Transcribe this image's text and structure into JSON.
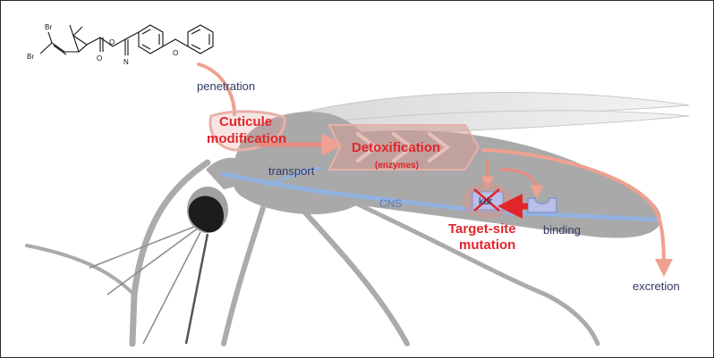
{
  "labels": {
    "penetration": "penetration",
    "cuticle_line1": "Cuticule",
    "cuticle_line2": "modification",
    "detox": "Detoxification",
    "detox_sub": "(enzymes)",
    "transport": "transport",
    "cns": "CNS",
    "kdr": "kdr",
    "target_line1": "Target-site",
    "target_line2": "mutation",
    "binding": "binding",
    "excretion": "excretion"
  },
  "molecule": {
    "atoms": [
      "Br",
      "Br",
      "O",
      "O",
      "N",
      "O"
    ]
  },
  "colors": {
    "body": "#a9a9a9",
    "nerve": "#8fb3e6",
    "mechanism_red": "#e2252b",
    "arrow_pink": "#f0a090",
    "label_blue": "#2f3a66"
  }
}
